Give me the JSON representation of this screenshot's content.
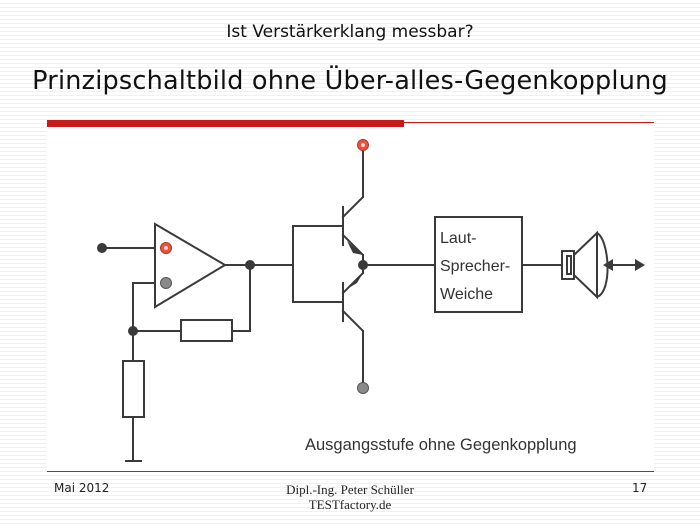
{
  "slide": {
    "subtitle": "Ist Verstärkerklang messbar?",
    "title": "Prinzipschaltbild ohne Über-alles-Gegenkopplung"
  },
  "diagram": {
    "block_label_line1": "Laut-",
    "block_label_line2": "Sprecher-",
    "block_label_line3": "Weiche",
    "caption": "Ausgangsstufe ohne Gegenkopplung",
    "colors": {
      "wire": "#3a3a3a",
      "terminal_positive": "#e8543a",
      "terminal_neutral": "#8a8a8a",
      "accent_rule": "#c8191c"
    }
  },
  "footer": {
    "date": "Mai 2012",
    "author_line1": "Dipl.-Ing. Peter Schüller",
    "author_line2": "TESTfactory.de",
    "page_number": "17"
  }
}
